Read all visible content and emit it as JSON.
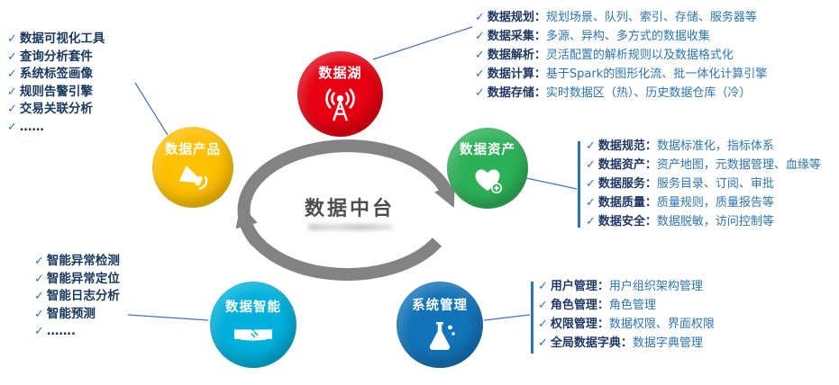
{
  "center": {
    "title": "数据中台"
  },
  "icons": {
    "check": "✓"
  },
  "colors": {
    "lake_red": "#e60012",
    "product_yellow": "#ffc000",
    "asset_green": "#2db158",
    "intelligence_cyan": "#00b0dc",
    "system_blue": "#1273b8",
    "list_title_navy": "#1f3864",
    "list_desc_blue": "#2e75b6",
    "cycle_gray": "#838383",
    "connector_blue": "#4472c4",
    "center_title_gray": "#4d4d4d"
  },
  "nodes": {
    "lake": {
      "label": "数据湖",
      "color": "#e60012"
    },
    "product": {
      "label": "数据产品",
      "color": "#ffc000"
    },
    "asset": {
      "label": "数据资产",
      "color": "#2db158"
    },
    "intelligence": {
      "label": "数据智能",
      "color": "#00b0dc"
    },
    "system": {
      "label": "系统管理",
      "color": "#1273b8"
    }
  },
  "lists": {
    "product": {
      "items": [
        "数据可视化工具",
        "查询分析套件",
        "系统标签画像",
        "规则告警引擎",
        "交易关联分析",
        "……"
      ]
    },
    "lake": {
      "items": [
        {
          "title": "数据规划：",
          "desc": "规划场景、队列、索引、存储、服务器等"
        },
        {
          "title": "数据采集：",
          "desc": "多源、异构、多方式的数据收集"
        },
        {
          "title": "数据解析：",
          "desc": "灵活配置的解析规则以及数据格式化"
        },
        {
          "title": "数据计算：",
          "desc": "基于Spark的图形化流、批一体化计算引擎"
        },
        {
          "title": "数据存储：",
          "desc": "实时数据区（热）、历史数据仓库（冷）"
        }
      ]
    },
    "asset": {
      "items": [
        {
          "title": "数据规范：",
          "desc": "数据标准化，指标体系"
        },
        {
          "title": "数据资产：",
          "desc": "资产地图，元数据管理、血缘等"
        },
        {
          "title": "数据服务：",
          "desc": "服务目录、订阅、审批"
        },
        {
          "title": "数据质量：",
          "desc": "质量规则，质量报告等"
        },
        {
          "title": "数据安全：",
          "desc": "数据脱敏，访问控制等"
        }
      ]
    },
    "intelligence": {
      "items": [
        "智能异常检测",
        "智能异常定位",
        "智能日志分析",
        "智能预测",
        "……."
      ]
    },
    "system": {
      "items": [
        {
          "title": "用户管理：",
          "desc": "用户组织架构管理"
        },
        {
          "title": "角色管理：",
          "desc": "角色管理"
        },
        {
          "title": "权限管理：",
          "desc": "数据权限、界面权限"
        },
        {
          "title": "全局数据字典：",
          "desc": "数据字典管理"
        }
      ]
    }
  }
}
